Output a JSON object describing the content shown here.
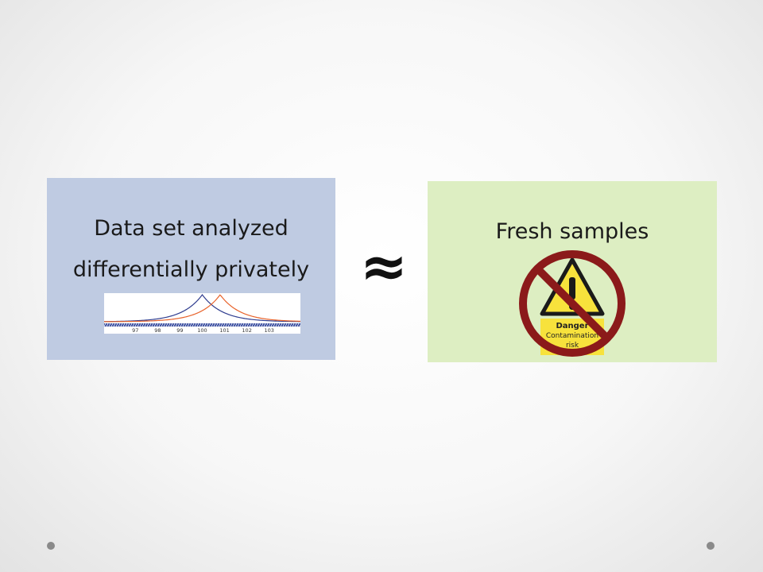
{
  "left_box": {
    "title_line1": "Data set analyzed",
    "title_line2": "differentially privately",
    "fill": "#bfcbe2"
  },
  "relation_symbol": "≈",
  "right_box": {
    "title": "Fresh samples",
    "fill": "#ddeec2",
    "sign": {
      "heading": "Danger",
      "text_line1": "Contamination",
      "text_line2": "risk",
      "prohibition_color": "#8b1a1a",
      "label_color": "#f7e23c"
    }
  },
  "chart_data": {
    "type": "line",
    "x_ticks": [
      "97",
      "98",
      "99",
      "100",
      "101",
      "102",
      "103"
    ],
    "series": [
      {
        "color": "#2f3d8f",
        "peak": 100
      },
      {
        "color": "#e8632b",
        "peak": 100.8
      }
    ],
    "shape": "laplace",
    "xlim": [
      95.6,
      104.4
    ]
  }
}
